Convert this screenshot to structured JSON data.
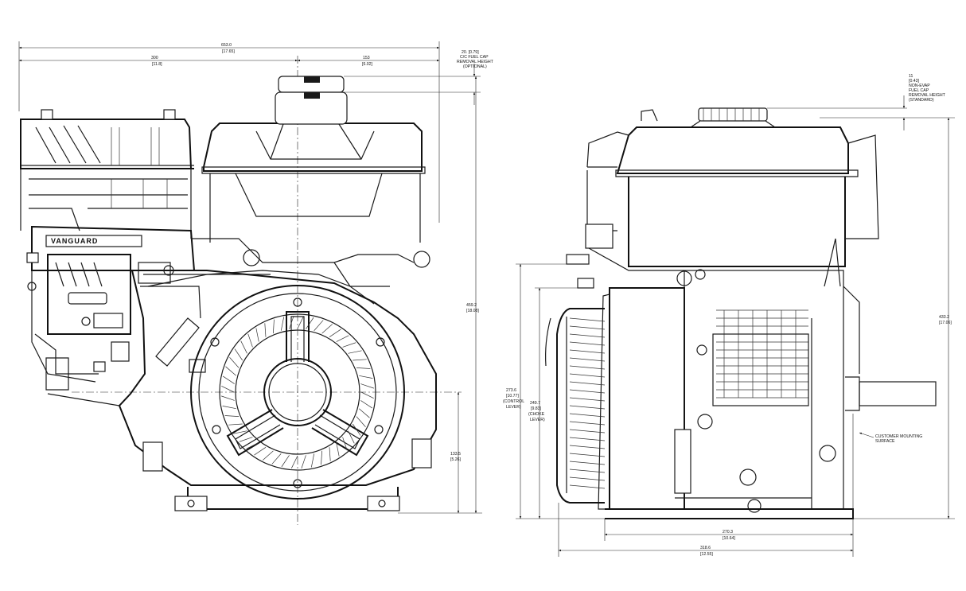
{
  "dimensions": {
    "overall_width": {
      "mm": "653.0",
      "in": "[17.65]"
    },
    "left_offset": {
      "mm": "300",
      "in": "[11.8]"
    },
    "right_offset": {
      "mm": "153",
      "in": "[6.02]"
    },
    "fuel_cap_optional": {
      "line1": "20. [0.79]",
      "line2": "C/C FUEL CAP",
      "line3": "REMOVAL HEIGHT",
      "line4": "(OPTIONAL)"
    },
    "fuel_cap_standard": {
      "line1": "11",
      "line2": "[0.43]",
      "line3": "NON-EVAP",
      "line4": "FUEL CAP",
      "line5": "REMOVAL HEIGHT",
      "line6": "(STANDARD)"
    },
    "front_height": {
      "mm": "459.2",
      "in": "[18.08]"
    },
    "shaft_height": {
      "mm": "133.5",
      "in": "[5.26]"
    },
    "side_height": {
      "mm": "433.2",
      "in": "[17.06]"
    },
    "control_lever": {
      "mm": "273.6",
      "in": "[10.77]",
      "l1": "(CONTROL",
      "l2": "LEVER)"
    },
    "choke_lever": {
      "mm": "249.7",
      "in": "[9.83]",
      "l1": "(CHOKE",
      "l2": "LEVER)"
    },
    "base_depth": {
      "mm": "270.3",
      "in": "[10.64]"
    },
    "overall_depth": {
      "mm": "318.6",
      "in": "[12.55]"
    },
    "mounting": {
      "l1": "CUSTOMER MOUNTING",
      "l2": "SURFACE"
    }
  },
  "brand_logo": "VANGUARD"
}
